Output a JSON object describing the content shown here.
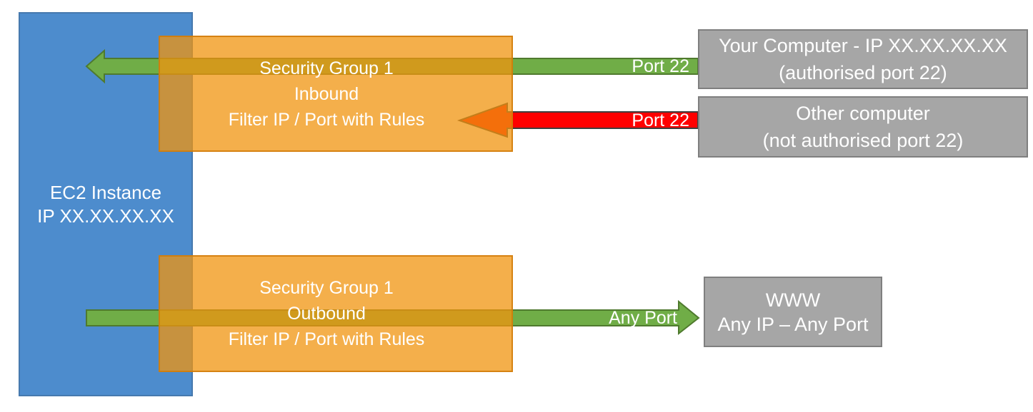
{
  "colors": {
    "ec2_blue": "#4D8CCD",
    "security_group_orange": "#F0940F",
    "allowed_green": "#70AD47",
    "blocked_red": "#FF0000",
    "endpoint_gray": "#A6A6A6",
    "text_white": "#FFFFFF"
  },
  "ec2": {
    "line1": "EC2 Instance",
    "line2": "IP XX.XX.XX.XX"
  },
  "inbound_group": {
    "line1": "Security Group 1",
    "line2": "Inbound",
    "line3": "Filter IP / Port with Rules"
  },
  "outbound_group": {
    "line1": "Security Group 1",
    "line2": "Outbound",
    "line3": "Filter IP / Port with Rules"
  },
  "your_computer": {
    "line1": "Your Computer - IP XX.XX.XX.XX",
    "line2": "(authorised port 22)"
  },
  "other_computer": {
    "line1": "Other computer",
    "line2": "(not authorised port 22)"
  },
  "www": {
    "line1": "WWW",
    "line2": "Any IP – Any Port"
  },
  "arrow_labels": {
    "inbound_allowed": "Port 22",
    "inbound_blocked": "Port 22",
    "outbound": "Any Port"
  }
}
